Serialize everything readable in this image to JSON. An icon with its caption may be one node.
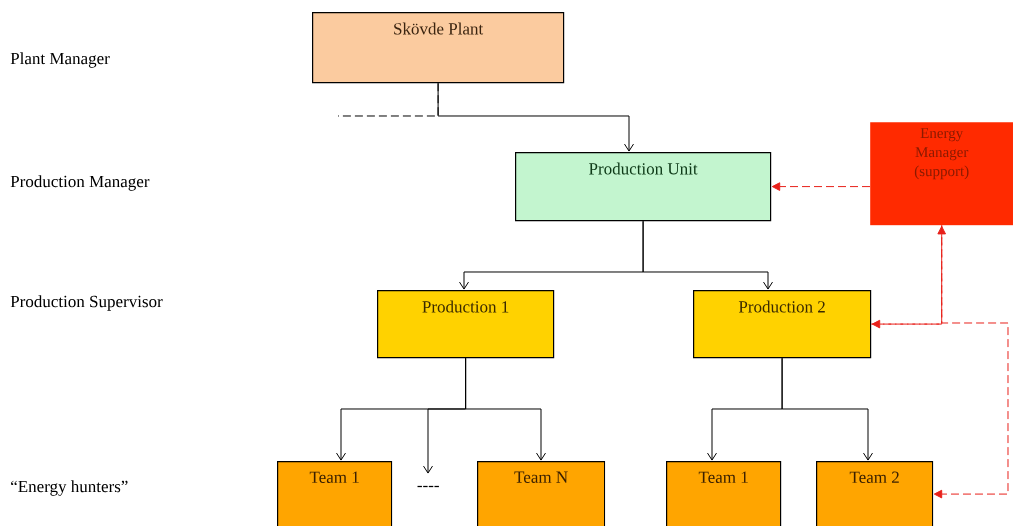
{
  "diagram": {
    "nodes": [
      {
        "text": [
          "Skövde Plant"
        ]
      },
      {
        "text": [
          "Production Unit"
        ]
      },
      {
        "text": [
          "Energy Manager (support)"
        ]
      },
      {
        "text": [
          "Production 1"
        ]
      },
      {
        "text": [
          "Production 2"
        ]
      },
      {
        "text": [
          "Team 1"
        ]
      },
      {
        "text": [
          "----"
        ]
      },
      {
        "text": [
          "Team N"
        ]
      },
      {
        "text": [
          "Team 1"
        ]
      },
      {
        "text": [
          "Team 2"
        ]
      }
    ],
    "edges": [
      {
        "from": 0,
        "to": null,
        "arrow": "none",
        "style": "dashed"
      },
      {
        "from": 0,
        "to": 1,
        "arrow": "to"
      },
      {
        "from": 2,
        "to": 1,
        "arrow": "to",
        "style": "dashed",
        "color": "#e8201a"
      },
      {
        "from": 1,
        "to": 3,
        "arrow": "to"
      },
      {
        "from": 1,
        "to": 4,
        "arrow": "to"
      },
      {
        "from": 2,
        "to": 4,
        "arrow": "to",
        "style": "dashed",
        "color": "#e8201a"
      },
      {
        "from": 2,
        "to": 9,
        "arrow": "to",
        "style": "dashed",
        "color": "#e8201a"
      },
      {
        "from": 4,
        "to": 2,
        "arrow": "to",
        "style": "dashed",
        "color": "#e8201a"
      },
      {
        "from": 3,
        "to": 5,
        "arrow": "to"
      },
      {
        "from": 3,
        "to": 6,
        "arrow": "to"
      },
      {
        "from": 3,
        "to": 7,
        "arrow": "to"
      },
      {
        "from": 4,
        "to": 8,
        "arrow": "to"
      },
      {
        "from": 4,
        "to": 9,
        "arrow": "to"
      }
    ],
    "labels": [
      "Plant Manager",
      "Production Manager",
      "Production Supervisor",
      "“Energy hunters”"
    ]
  }
}
